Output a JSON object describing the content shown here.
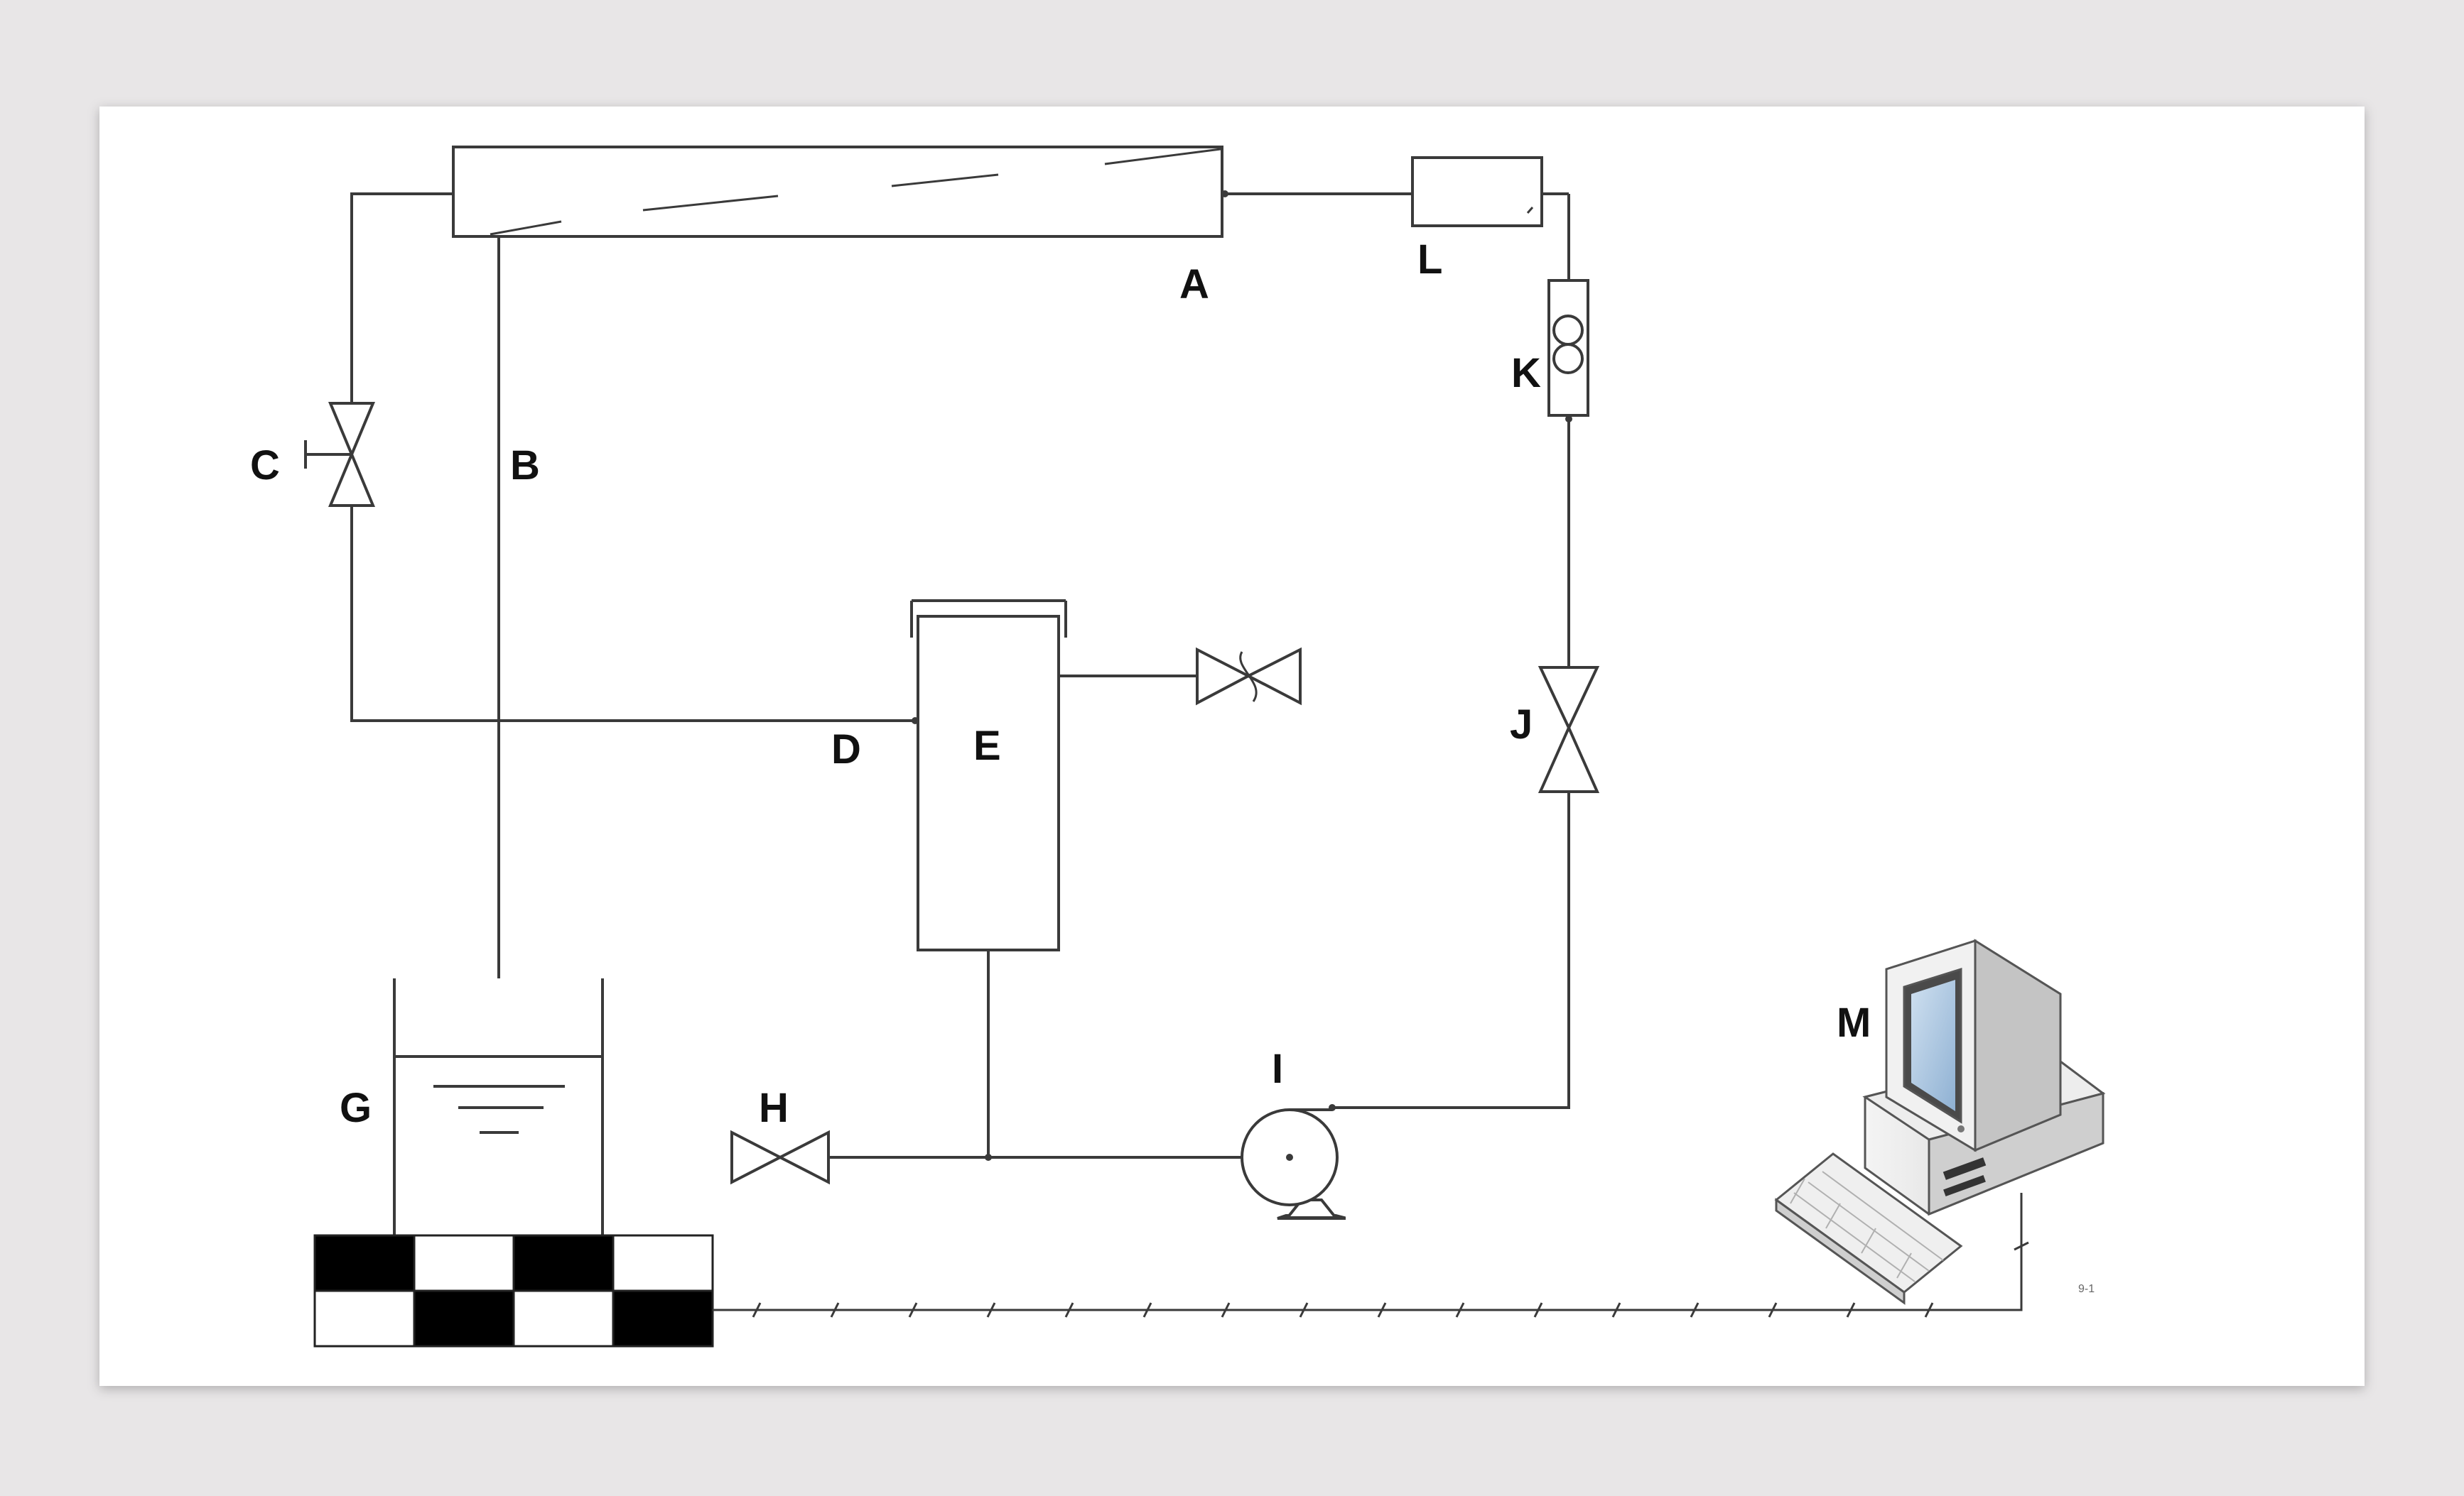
{
  "colors": {
    "frame": "#e8e6e7",
    "paper": "#ffffff",
    "line": "#3a3a3a",
    "ink": "#111111",
    "monitor_blue": "#a9c4de"
  },
  "labels": {
    "A": "A",
    "B": "B",
    "C": "C",
    "D": "D",
    "E": "E",
    "G": "G",
    "H": "H",
    "I": "I",
    "J": "J",
    "K": "K",
    "L": "L",
    "M": "M"
  },
  "footnote": "9-1",
  "icons": [
    "needle-valve-icon",
    "gate-valve-icon",
    "vent-valve-icon",
    "pump-icon",
    "flowmeter-icon",
    "computer-icon",
    "keyboard-icon"
  ]
}
